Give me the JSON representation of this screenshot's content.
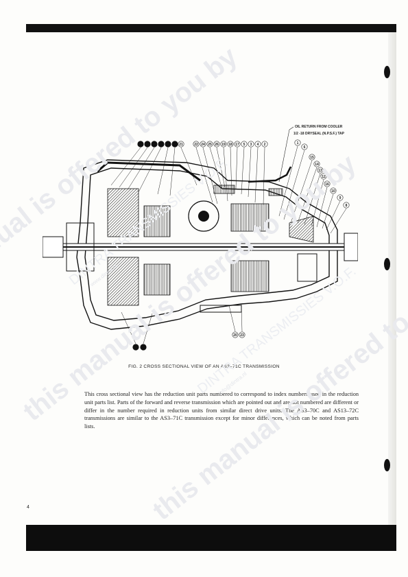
{
  "figure": {
    "callouts_top": [
      "21",
      "22",
      "24",
      "25",
      "26",
      "19",
      "18",
      "17",
      "5",
      "3",
      "4",
      "2",
      "1",
      "6",
      "15",
      "14",
      "13",
      "12",
      "16",
      "10",
      "9",
      "8"
    ],
    "callouts_bottom": [
      "20",
      "23"
    ],
    "note_lines": [
      "OIL RETURN FROM COOLER",
      "1/2 -18 DRYSEAL (N.P.S.F.) TAP"
    ],
    "caption": "FIG. 2 CROSS SECTIONAL VIEW OF AN AS3–71C TRANSMISSION"
  },
  "body": {
    "paragraph": "This cross sectional view has the reduction unit parts numbered to correspond to index numbers used in the reduction unit parts list. Parts of the forward and reverse transmission which are pointed out and are not numbered are different or differ in the number required in reduction units from similar direct drive units. The AS3–70C and AS13–72C transmissions are similar to the AS3–71C transmission except for minor differences, which can be noted from parts lists."
  },
  "page_number": "4",
  "watermark": {
    "line_main": "this manual is offered to you by",
    "line_company": "DINTRA TRANSMISSIES V.O.F.",
    "line_site": "www.dintra.nl",
    "line_email": "info@dintra.nl"
  }
}
